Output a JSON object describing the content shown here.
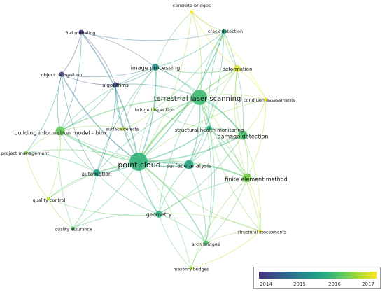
{
  "nodes": [
    {
      "id": "concrete-bridges",
      "label": "concrete bridges",
      "year": 2017.0,
      "size": 1
    },
    {
      "id": "crack-detection",
      "label": "crack detection",
      "year": 2015.6,
      "size": 2
    },
    {
      "id": "3d-modeling",
      "label": "3-d modeling",
      "year": 2014.1,
      "size": 2
    },
    {
      "id": "image-processing",
      "label": "image processing",
      "year": 2015.3,
      "size": 3
    },
    {
      "id": "deformation",
      "label": "deformation",
      "year": 2016.8,
      "size": 3
    },
    {
      "id": "object-recognition",
      "label": "object recognition",
      "year": 2014.2,
      "size": 2
    },
    {
      "id": "algorithms",
      "label": "algorithms",
      "year": 2014.3,
      "size": 2
    },
    {
      "id": "terrestrial-laser-scanning",
      "label": "terrestrial laser scanning",
      "year": 2015.9,
      "size": 6
    },
    {
      "id": "condition-assessments",
      "label": "condition assessments",
      "year": 2016.9,
      "size": 1
    },
    {
      "id": "bridge-inspection",
      "label": "bridge inspection",
      "year": 2016.5,
      "size": 1
    },
    {
      "id": "building-information-model-bim",
      "label": "building information model - bim",
      "year": 2016.2,
      "size": 4
    },
    {
      "id": "surface-defects",
      "label": "surface defects",
      "year": 2016.6,
      "size": 1
    },
    {
      "id": "structural-health-monitoring",
      "label": "structural health monitoring",
      "year": 2015.7,
      "size": 2
    },
    {
      "id": "damage-detection",
      "label": "damage detection",
      "year": 2016.0,
      "size": 4
    },
    {
      "id": "project-management",
      "label": "project management",
      "year": 2016.4,
      "size": 1
    },
    {
      "id": "point-cloud",
      "label": "point cloud",
      "year": 2015.8,
      "size": 8
    },
    {
      "id": "surface-analysis",
      "label": "surface analysis",
      "year": 2015.6,
      "size": 4
    },
    {
      "id": "automation",
      "label": "automation",
      "year": 2015.5,
      "size": 3
    },
    {
      "id": "finite-element-method",
      "label": "finite element method",
      "year": 2016.3,
      "size": 4
    },
    {
      "id": "quality-control",
      "label": "quality control",
      "year": 2016.6,
      "size": 1
    },
    {
      "id": "geometry",
      "label": "geometry",
      "year": 2015.8,
      "size": 3
    },
    {
      "id": "quality-assurance",
      "label": "quality assurance",
      "year": 2016.1,
      "size": 1
    },
    {
      "id": "structural-assessments",
      "label": "structural assessments",
      "year": 2016.9,
      "size": 1
    },
    {
      "id": "arch-bridges",
      "label": "arch bridges",
      "year": 2016.0,
      "size": 2
    },
    {
      "id": "masonry-bridges",
      "label": "masonry bridges",
      "year": 2016.5,
      "size": 1
    }
  ],
  "links": [
    [
      "point-cloud",
      "terrestrial-laser-scanning"
    ],
    [
      "point-cloud",
      "surface-analysis"
    ],
    [
      "point-cloud",
      "automation"
    ],
    [
      "point-cloud",
      "geometry"
    ],
    [
      "point-cloud",
      "building-information-model-bim"
    ],
    [
      "point-cloud",
      "damage-detection"
    ],
    [
      "point-cloud",
      "finite-element-method"
    ],
    [
      "point-cloud",
      "image-processing"
    ],
    [
      "point-cloud",
      "algorithms"
    ],
    [
      "point-cloud",
      "3d-modeling"
    ],
    [
      "point-cloud",
      "object-recognition"
    ],
    [
      "point-cloud",
      "quality-control"
    ],
    [
      "point-cloud",
      "quality-assurance"
    ],
    [
      "point-cloud",
      "project-management"
    ],
    [
      "point-cloud",
      "arch-bridges"
    ],
    [
      "point-cloud",
      "crack-detection"
    ],
    [
      "point-cloud",
      "deformation"
    ],
    [
      "point-cloud",
      "structural-health-monitoring"
    ],
    [
      "point-cloud",
      "bridge-inspection"
    ],
    [
      "point-cloud",
      "surface-defects"
    ],
    [
      "point-cloud",
      "masonry-bridges"
    ],
    [
      "point-cloud",
      "structural-assessments"
    ],
    [
      "point-cloud",
      "condition-assessments"
    ],
    [
      "point-cloud",
      "concrete-bridges"
    ],
    [
      "terrestrial-laser-scanning",
      "damage-detection"
    ],
    [
      "terrestrial-laser-scanning",
      "deformation"
    ],
    [
      "terrestrial-laser-scanning",
      "crack-detection"
    ],
    [
      "terrestrial-laser-scanning",
      "image-processing"
    ],
    [
      "terrestrial-laser-scanning",
      "structural-health-monitoring"
    ],
    [
      "terrestrial-laser-scanning",
      "finite-element-method"
    ],
    [
      "terrestrial-laser-scanning",
      "condition-assessments"
    ],
    [
      "terrestrial-laser-scanning",
      "concrete-bridges"
    ],
    [
      "terrestrial-laser-scanning",
      "surface-analysis"
    ],
    [
      "terrestrial-laser-scanning",
      "geometry"
    ],
    [
      "terrestrial-laser-scanning",
      "bridge-inspection"
    ],
    [
      "terrestrial-laser-scanning",
      "building-information-model-bim"
    ],
    [
      "terrestrial-laser-scanning",
      "arch-bridges"
    ],
    [
      "terrestrial-laser-scanning",
      "automation"
    ],
    [
      "terrestrial-laser-scanning",
      "structural-assessments"
    ],
    [
      "terrestrial-laser-scanning",
      "algorithms"
    ],
    [
      "surface-analysis",
      "damage-detection"
    ],
    [
      "surface-analysis",
      "geometry"
    ],
    [
      "surface-analysis",
      "finite-element-method"
    ],
    [
      "surface-analysis",
      "automation"
    ],
    [
      "surface-analysis",
      "arch-bridges"
    ],
    [
      "surface-analysis",
      "structural-health-monitoring"
    ],
    [
      "surface-analysis",
      "building-information-model-bim"
    ],
    [
      "surface-analysis",
      "crack-detection"
    ],
    [
      "damage-detection",
      "finite-element-method"
    ],
    [
      "damage-detection",
      "crack-detection"
    ],
    [
      "damage-detection",
      "deformation"
    ],
    [
      "damage-detection",
      "structural-health-monitoring"
    ],
    [
      "damage-detection",
      "structural-assessments"
    ],
    [
      "damage-detection",
      "image-processing"
    ],
    [
      "damage-detection",
      "geometry"
    ],
    [
      "damage-detection",
      "condition-assessments"
    ],
    [
      "finite-element-method",
      "arch-bridges"
    ],
    [
      "finite-element-method",
      "geometry"
    ],
    [
      "finite-element-method",
      "structural-assessments"
    ],
    [
      "finite-element-method",
      "masonry-bridges"
    ],
    [
      "finite-element-method",
      "deformation"
    ],
    [
      "finite-element-method",
      "condition-assessments"
    ],
    [
      "geometry",
      "arch-bridges"
    ],
    [
      "geometry",
      "masonry-bridges"
    ],
    [
      "geometry",
      "automation"
    ],
    [
      "geometry",
      "quality-assurance"
    ],
    [
      "geometry",
      "quality-control"
    ],
    [
      "geometry",
      "building-information-model-bim"
    ],
    [
      "geometry",
      "structural-assessments"
    ],
    [
      "arch-bridges",
      "masonry-bridges"
    ],
    [
      "arch-bridges",
      "structural-assessments"
    ],
    [
      "arch-bridges",
      "structural-health-monitoring"
    ],
    [
      "automation",
      "building-information-model-bim"
    ],
    [
      "automation",
      "quality-control"
    ],
    [
      "automation",
      "quality-assurance"
    ],
    [
      "automation",
      "project-management"
    ],
    [
      "automation",
      "object-recognition"
    ],
    [
      "automation",
      "algorithms"
    ],
    [
      "automation",
      "image-processing"
    ],
    [
      "building-information-model-bim",
      "project-management"
    ],
    [
      "building-information-model-bim",
      "quality-control"
    ],
    [
      "building-information-model-bim",
      "3d-modeling"
    ],
    [
      "building-information-model-bim",
      "object-recognition"
    ],
    [
      "building-information-model-bim",
      "algorithms"
    ],
    [
      "building-information-model-bim",
      "surface-defects"
    ],
    [
      "building-information-model-bim",
      "quality-assurance"
    ],
    [
      "building-information-model-bim",
      "image-processing"
    ],
    [
      "image-processing",
      "crack-detection"
    ],
    [
      "image-processing",
      "algorithms"
    ],
    [
      "image-processing",
      "3d-modeling"
    ],
    [
      "image-processing",
      "object-recognition"
    ],
    [
      "image-processing",
      "deformation"
    ],
    [
      "image-processing",
      "bridge-inspection"
    ],
    [
      "image-processing",
      "surface-defects"
    ],
    [
      "image-processing",
      "concrete-bridges"
    ],
    [
      "algorithms",
      "3d-modeling"
    ],
    [
      "algorithms",
      "object-recognition"
    ],
    [
      "algorithms",
      "surface-defects"
    ],
    [
      "3d-modeling",
      "object-recognition"
    ],
    [
      "3d-modeling",
      "crack-detection"
    ],
    [
      "crack-detection",
      "concrete-bridges"
    ],
    [
      "crack-detection",
      "deformation"
    ],
    [
      "crack-detection",
      "bridge-inspection"
    ],
    [
      "crack-detection",
      "structural-health-monitoring"
    ],
    [
      "deformation",
      "condition-assessments"
    ],
    [
      "deformation",
      "structural-health-monitoring"
    ],
    [
      "deformation",
      "concrete-bridges"
    ],
    [
      "bridge-inspection",
      "structural-health-monitoring"
    ],
    [
      "bridge-inspection",
      "surface-defects"
    ],
    [
      "quality-control",
      "quality-assurance"
    ],
    [
      "quality-control",
      "project-management"
    ],
    [
      "project-management",
      "object-recognition"
    ],
    [
      "structural-health-monitoring",
      "finite-element-method"
    ],
    [
      "masonry-bridges",
      "structural-assessments"
    ],
    [
      "concrete-bridges",
      "condition-assessments"
    ],
    [
      "structural-health-monitoring",
      "structural-assessments"
    ]
  ],
  "legend": {
    "ticks": [
      "2014",
      "2015",
      "2016",
      "2017"
    ],
    "colors": [
      "#46327e",
      "#3b528b",
      "#2c728e",
      "#21918c",
      "#28ae80",
      "#5ec962",
      "#addc30",
      "#fde725"
    ]
  }
}
